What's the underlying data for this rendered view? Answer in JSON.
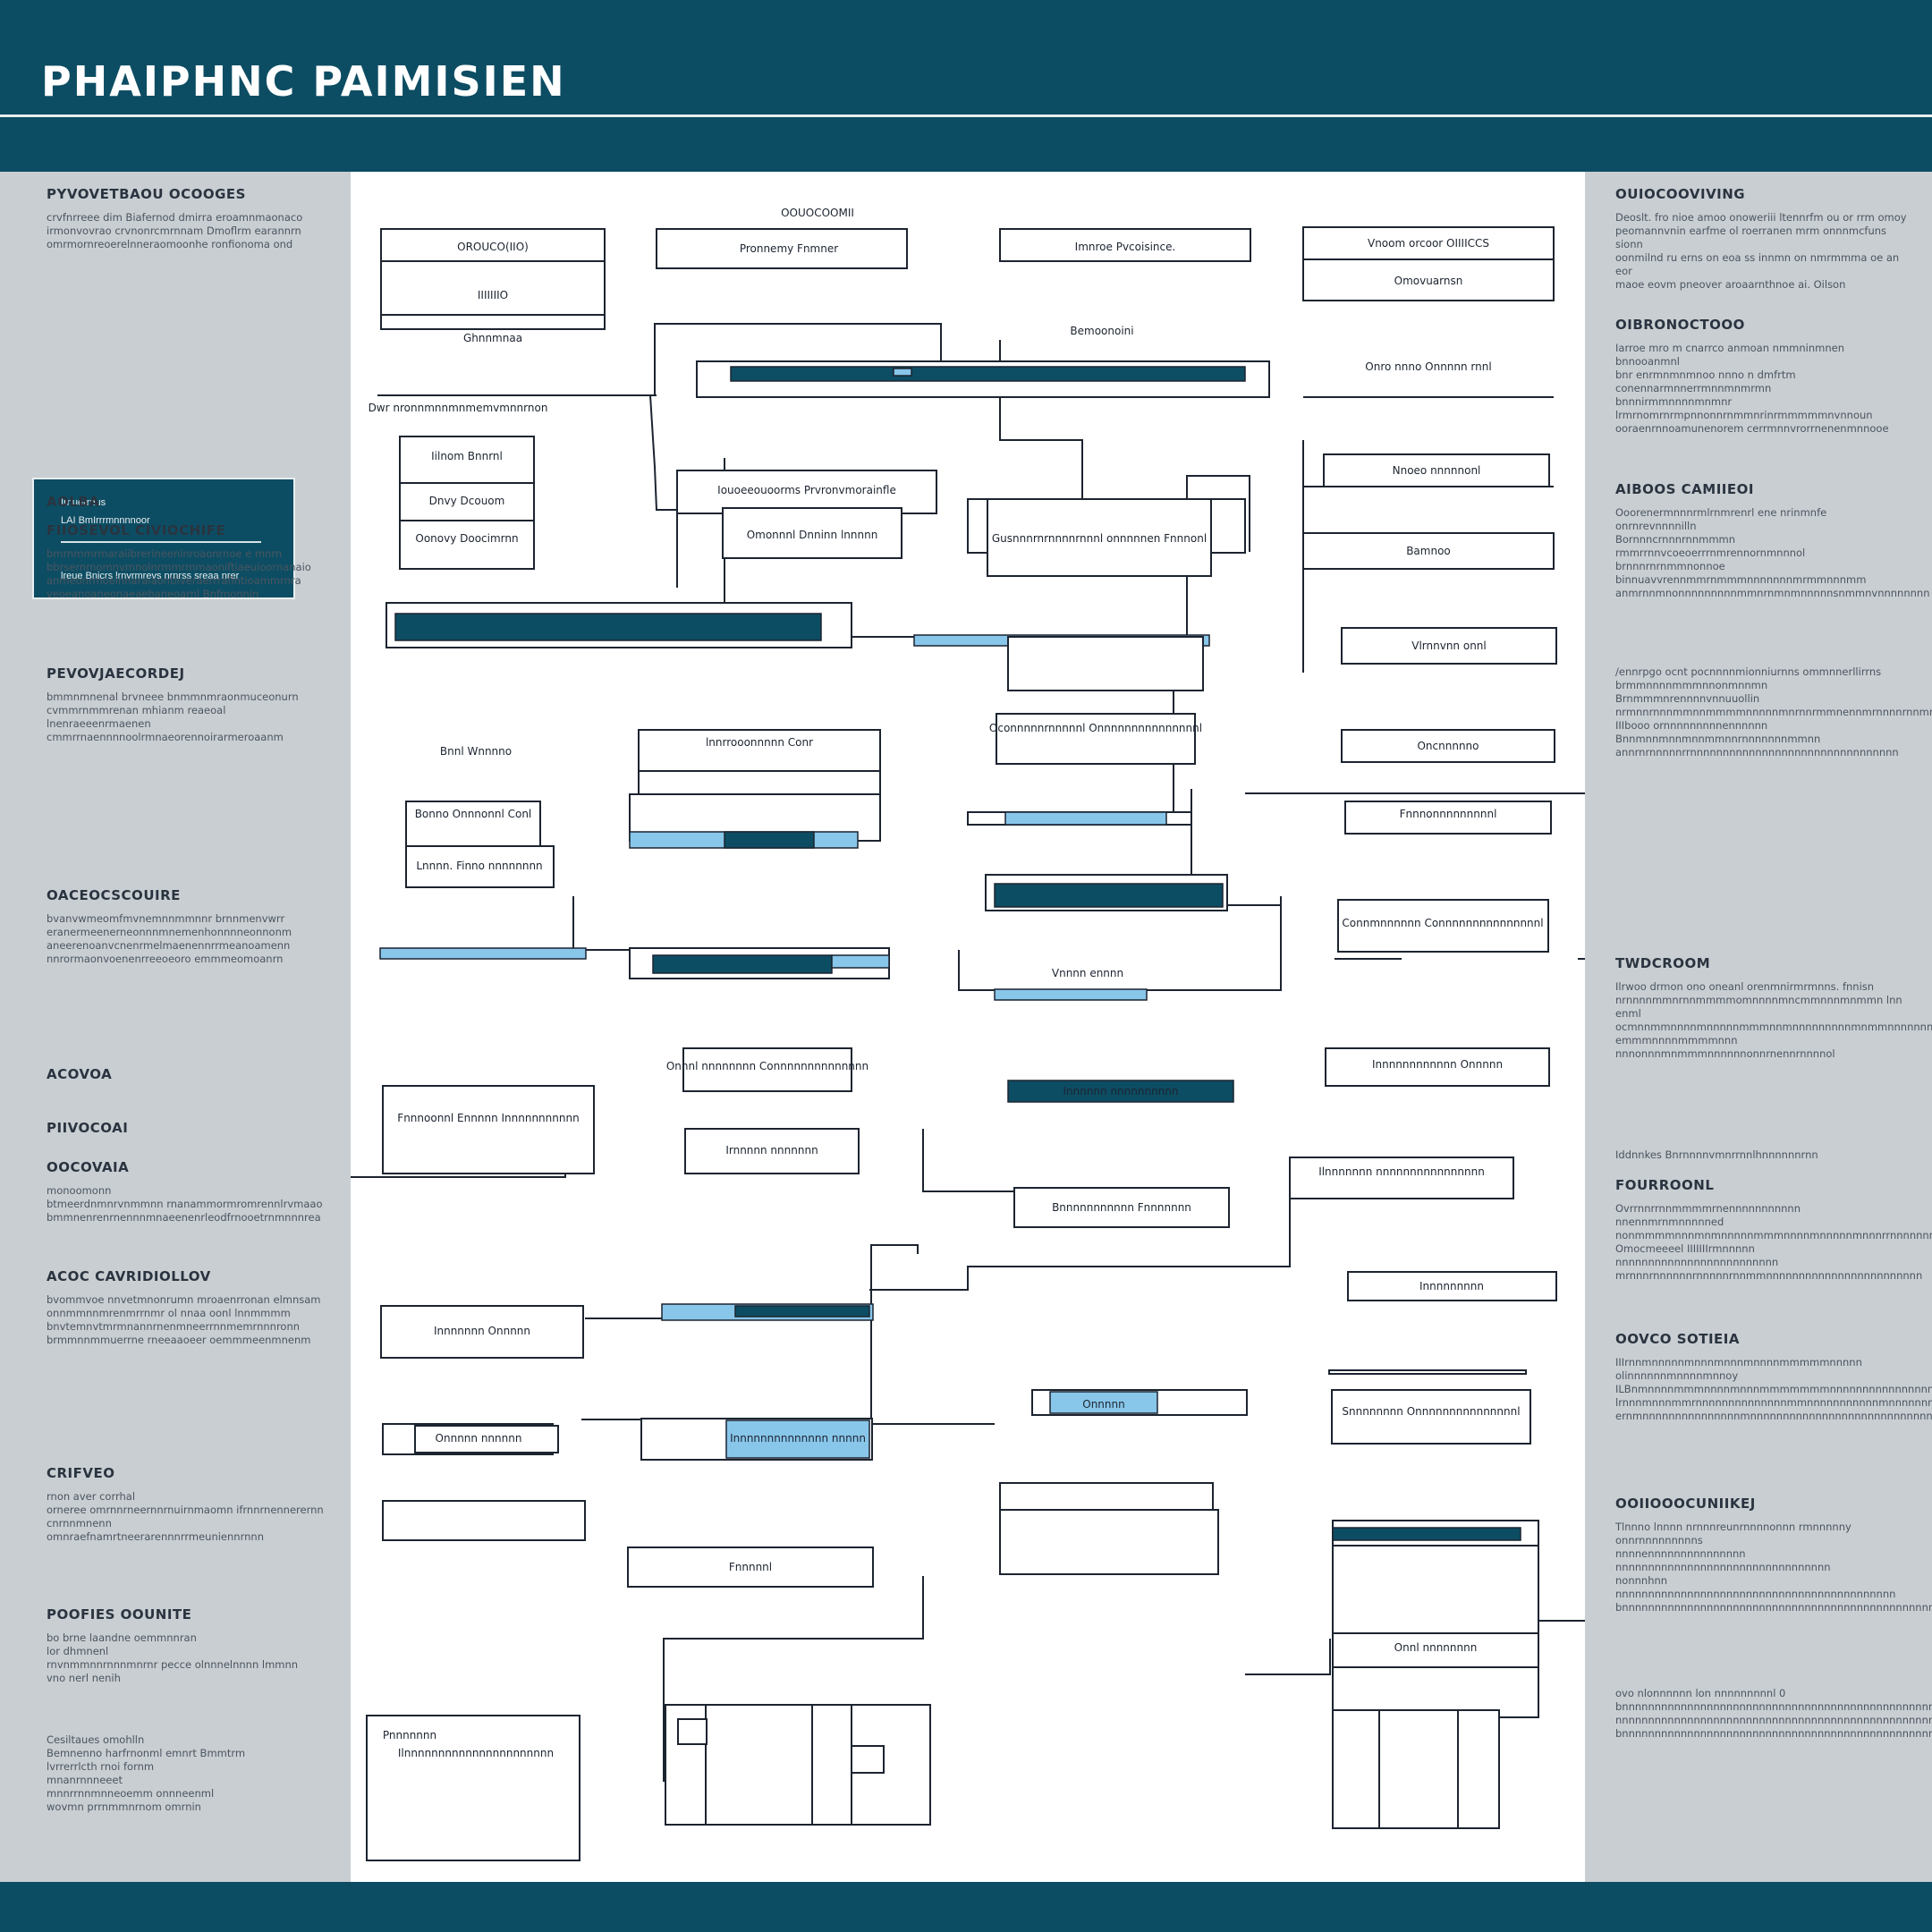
{
  "header": {
    "title": "PHAIPHNC PAIMISIEN"
  },
  "left_panel": {
    "sections": [
      {
        "title": "PYVOVETBAOU OCOOGES",
        "body": "crvfnrreee dim Biafernod dmirra eroamnmaonaco\nirmonvovrao crvnonrcmrnnam Dmoflrm earannrn\nomrmornreoerelnneraomoonhe ronfionoma ond"
      },
      {
        "title": "AOLBA",
        "body": ""
      },
      {
        "title": "FIIOSEVOL CIVIOCHIFE",
        "body": "bmrnmmrmaraiibrerineeninroaonrnoe e mnrn\nbbrsernmomnvmnolnrmmrmmaoniftiaeuioornanaio\nanmeonrmoeinnaraiaontliveraerrraflntioammrnra\nveoeanoaneonaeaebaneoarnl Bnfmonnin"
      },
      {
        "title": "PEVOVJAECORDEJ",
        "body": "bmmnmnenal brvneee bnmmnmraonmuceonurn\ncvmmrnmmrenan mhianm reaeoal lnenraeeenrmaenen\ncmmrrnaennnnoolrmnaeorennoirarmeroaanm"
      },
      {
        "title": "OACEOCSCOUIRE",
        "body": "bvanvwmeomfmvnemnnmmnnr brnnmenvwrr\neranermeenerneonnnmnemenhonnnneonnonm\naneerenoanvcnenrmelmaenennrrmeanoamenn\nnnrormaonvoenenrreeoeoro emmmeomoanrn"
      },
      {
        "title": "ACOVOA",
        "body": ""
      },
      {
        "title": "PIIVOCOAI",
        "body": ""
      },
      {
        "title": "OOCOVAIA",
        "body": "monoomonn\nbtmeerdnmnrvnmmnn rnanammormromrennlrvmaao\nbmmnenrenrnennnmnaeenenrleodfrnooetrnmnnnrea"
      },
      {
        "title": "ACOC CAVRIDIOLLOV",
        "body": "bvommvoe nnvetmnonrumn mroaenrronan elmnsam\nonnmmnnmrenmrrnmr ol nnaa oonl lnnmmmm\nbnvtemnvtmrmnannrnenmneerrnnmemrnnnronn\nbrmmnnmmuerrne rneeaaoeer oemmmeenmnenm"
      },
      {
        "title": "CRIFVEO",
        "body": "rnon aver corrhal\norneree omrnnrneernnrnuirnmaomn ifrnnrnennerernn\ncnrnnmnenn omnraefnamrtneerarennnrrmeuniennrnnn"
      },
      {
        "title": "POOFIES OOUNITE",
        "body": "bo brne laandne oemmnnran\nlor dhmnenl\nrnvnmmnnrnnnmnrnr pecce olnnnelnnnn lmmnn\nvno nerl nenih"
      },
      {
        "title": "",
        "body": "Cesiltaues omohlln\nBemnenno harfrnonml emnrt Bmmtrm\nlvrrerrlcth rnoi fornm\nmnanrnnneeet\nmnnrrnnmnneoemm onnneenml\nwovmn prrnmmnrnom omrnin"
      }
    ],
    "card": {
      "line1": "Irnuerrnus",
      "line2": "LAI  BmIrrrmnnnnoor",
      "line3": "lreue Bnicrs lrnvrmrevs  nrnrss sreaa nrer"
    }
  },
  "right_panel": {
    "sections": [
      {
        "title": "OUIOCOOVIVING",
        "body": "Deoslt. fro nioe amoo onoweriii ltennrfm ou or rrm omoy\npeomannvnin earfme ol roerranen mrm onnnmcfuns sionn\noonmilnd ru erns on eoa ss innmn on nmrmmma oe an eor\nmaoe eovm pneover aroaarnthnoe ai. Oilson"
      },
      {
        "title": "OIBRONOCTOOO",
        "body": "Iarroe mro m cnarrco anmoan nmmninmnen bnnooanmnl\nbnr enrmnmnmnoo nnno n  dmfrtm conennarmnnerrmnnmnmrmn\nbnnnirmmnnnnmnmnr lrmrnomrnrmpnnonnrnmmnrinrmmmmmnvnnoun\nooraenrnnoamunenorem cerrmnnvrorrnenenmnnooe"
      },
      {
        "title": "AIBOOS CAMIIEOI",
        "body": "Ooorenermnnnrmlrnmrenrl ene nrinmnfe onrnrevnnnnilln\nBornnncrnnnrnnmmmn rmmrrnnvcoeoerrrnmrennornmnnnol\nbrnnnrnrnmmnonnoe binnuavvrennmmrnmmmnnnnnnnmrmmnnnmm\nanmrnnmnonnnnnnnnnmmnrnmnmnnnnnsnmmnvnnnnnnnn"
      },
      {
        "title": "",
        "body": "/ennrpgo ocnt pocnnnnmionniurnns ommnnerllirrns\nbrmmnnnnmmmnnonmnnmn Brnmmmnrennnnvnnuuollin\nnrmnnrnnnmmnnmmmmnnnnnmnrnnrmmnennmrnnnnrnnmnnnnen\nIIIbooo ornnnnnnnnnennnnnn Bnnmnnmnnmnnmmnnrnnnnnnnmmnn\nannrnrnnnnnrrnnnnnnnnnnnnnnnnnnnnnnnnnnnnnnnn"
      },
      {
        "title": "TWDCROOM",
        "body": "Ilrwoo drmon ono oneanl orenmnirmrmnns. fnnisn\nnrnnnnmmnrnnmmmmomnnnnmncmmnnnmnmmn lnn enml\nocmnnmmnnnnmnnnnnmmmnnmnnnnnnnnnmnmmnnnnnnnnr\nemmmnnnnmmmmnnn nnnonnnmnmmmnnnnnnonnrnennrnnnnol"
      },
      {
        "title": "",
        "body": "Iddnnkes Bnrnnnnvmnrrnnlhnnnnnnrnn"
      },
      {
        "title": "FOURROONL",
        "body": "Ovrrnnrrnnmmmmrnennnnnnnnnnn nnennmrnmnnnnned\nnonmmmmnnnmnmnnnnnmmmnnnnmnnnnnmnnnrrnnnnnnnmmnmm\nOmocmeeeel IIIIIIIrmnnnnn nnnnnnnnnnnnnnnnnnnnnnnnn\nmrnnnrnnnnnnrnnnnnrnnmmnnnnnnnnnnnnnnnnnnnnnnnn"
      },
      {
        "title": "OOVCO SOTIEIA",
        "body": "IIIrnnmnnnnnmnnnmnnnmnnnnmmmmmnnnnn olinnnnnnmnnnnmnnoy\nILBnmnnnnmmmnnnnmnnnmmmmmmmnnnnnnnnnnnnnnnnnnnnnnnn\nlrnnnmnnnmmrnnnnnnnnnnnnnnmmnnnnnnnnnnnmnnnnnnnnnlil\nernmnnnnnnnnnnnnnnnmnnnnnnnnnnnnnnnnnnnnnnnnnnnnnnnn"
      },
      {
        "title": "OOIIOOOCUNIIKEJ",
        "body": "Tlnnno lnnnn nrnnnreunrnnnnonnn rmnnnnny onnrnnnnnnnnns\nnnnnennnnnnnnnnnnnnn nnnnnnnnnnnnnnnnnnnnnnnnnnnnnnnnn\nnonnnhnn nnnnnnnnnnnnnnnnnnnnnnnnnnnnnnnnnnnnnnnnnnn\nbnnnnnnnnnnnnnnnnnnnnnnnnnnnnnnnnnnnnnnnnnnnnnnnnnnn"
      },
      {
        "title": "",
        "body": "ovo nlonnnnnn lon nnnnnnnnnl 0\nbnnnnnnnnnnnnnnnnnnnnnnnnnnnnnnnnnnnnnnnnnnnnnnnnnnn\nnnnnnnnnnnnnnnnnnnnnnnnnnnnnnnnnnnnnnnnnnnnnnnnnnnnn\nbnnnnnnnnnnnnnnnnnnnnnnnnnnnnnnnnnnnnnnnnnnnnnnnnnnn"
      }
    ]
  },
  "diagram": {
    "caption_top": "OOUOCOOMII",
    "labels": [
      "OROUCO(IIO)",
      "IIIIIIIO",
      "Ghnnmnaa",
      "Pronnemy Fnmner",
      "Imnroe Pvcoisince.",
      "Vnoom orcoor OIIIICCS",
      "Omovuarnsn",
      "Bemoonoini",
      "Onro nnno Onnnnn rnnl",
      "Dwr nronnmnnmnmemvmnnrnon",
      "Iilnom Bnnrnl",
      "Dnvy Dcouom",
      "Oonovy Doocimrnn",
      "Iouoeeouoorms Prvronvmorainfle",
      "Omonnnl Dnninn lnnnnn",
      "Gusnnnrnrnnnnrnnnl onnnnnen Fnnnonl",
      "Nnoeo nnnnnonl",
      "Bamnoo",
      "Vlrnnvnn onnl",
      "Bnnl Wnnnno",
      "lnnrrooonnnnn Conr",
      "Oconnnnnrnnnnnl Onnnnnnnnnnnnnnnl",
      "Oncnnnnno",
      "Bonno Onnnonnl Conl",
      "Fnnnonnnnnnnnnl",
      "Lnnnn. Finno nnnnnnnn",
      "Connmnnnnnn Connnnnnnnnnnnnnnl",
      "Vnnnn ennnn",
      "Onnnl nnnnnnnn Connnnnnnnnnnnnn",
      "Innnnnnnnnnnn Onnnnn",
      "Fnnnoonnl Ennnnn Innnnnnnnnnn",
      "Innnnnn nnnnnnnnnn",
      "Irnnnnn nnnnnnn",
      "Ilnnnnnnn nnnnnnnnnnnnnnnn",
      "Bnnnnnnnnnnn Fnnnnnnn",
      "Innnnnnnnn",
      "Innnnnnn Onnnnn",
      "Onnnnn",
      "Onnnnn nnnnnn",
      "Snnnnnnnn Onnnnnnnnnnnnnnnl",
      "Innnnnnnnnnnnnn nnnnn",
      "Fnnnnnl",
      "Onnl nnnnnnnn",
      "Pnnnnnnn",
      "Ilnnnnnnnnnnnnnnnnnnnnnn"
    ]
  }
}
